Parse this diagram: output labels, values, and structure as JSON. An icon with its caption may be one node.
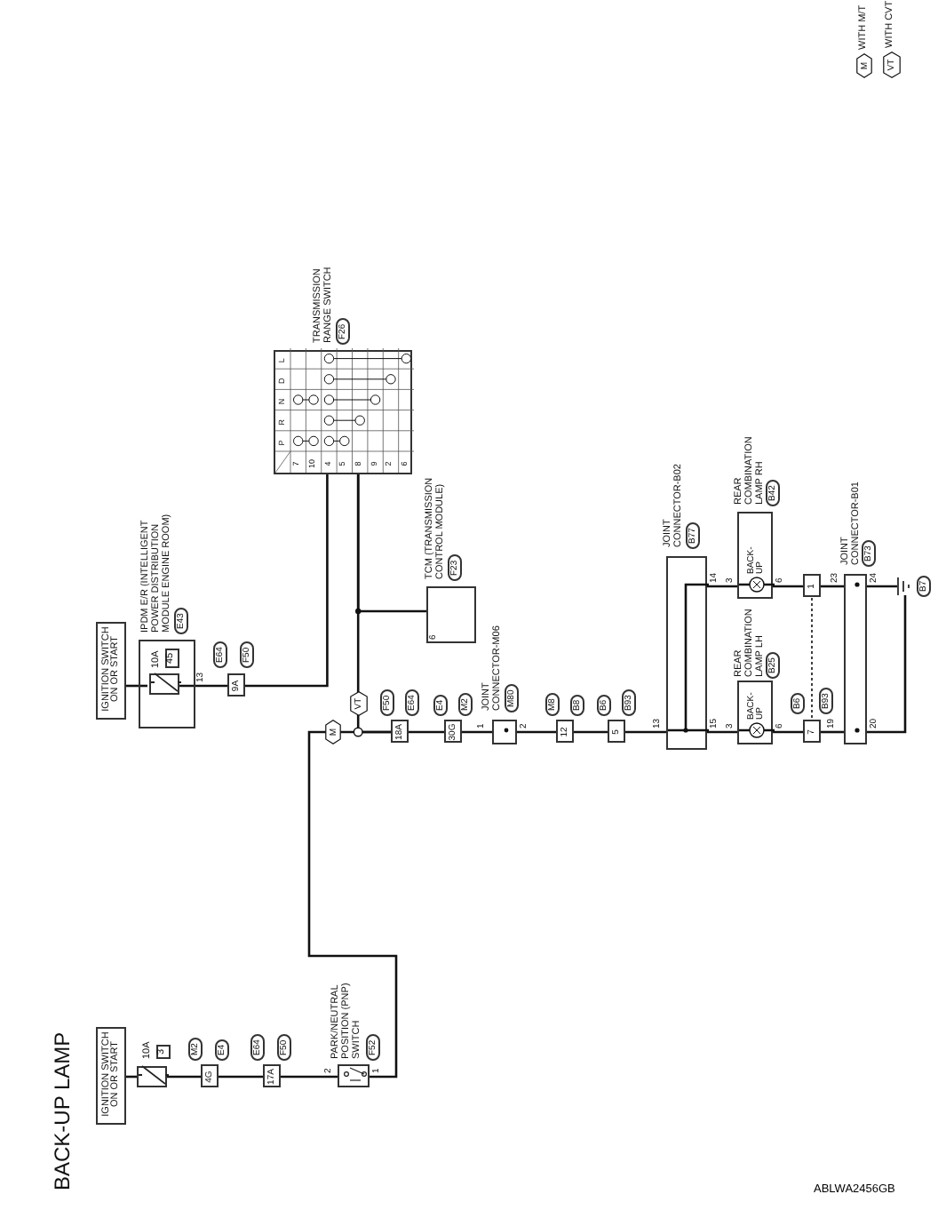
{
  "diagram": {
    "title": "BACK-UP LAMP",
    "nodes": [
      {
        "text": [
          "IGNITION SWITCH ON OR START"
        ]
      },
      {
        "text": [
          "10A",
          "3"
        ]
      },
      {
        "text": [
          "4G"
        ],
        "beside": [
          "M2",
          "E4"
        ]
      },
      {
        "text": [
          "17A"
        ],
        "beside": [
          "E64",
          "F50"
        ]
      },
      {
        "text": [
          "PARK/NEUTRAL POSITION (PNP) SWITCH"
        ],
        "beside": [
          "F52"
        ]
      },
      {
        "text": [
          "IGNITION SWITCH ON OR START"
        ]
      },
      {
        "text": [
          "IPDM E/R (INTELLIGENT POWER DISTRIBUTION MODULE ENGINE ROOM)"
        ],
        "beside": [
          "E43"
        ]
      },
      {
        "text": [
          "10A",
          "45"
        ],
        "in": 6
      },
      {
        "text": [
          "9A"
        ],
        "beside": [
          "E64",
          "F50"
        ]
      },
      {
        "text": [
          "TRANSMISSION RANGE SWITCH"
        ],
        "beside": [
          "F26"
        ]
      },
      {
        "text": [
          "TCM (TRANSMISSION CONTROL MODULE)"
        ],
        "beside": [
          "F23"
        ]
      },
      {
        "text": [
          "18A"
        ],
        "beside": [
          "F50",
          "E64"
        ]
      },
      {
        "text": [
          "30G"
        ],
        "beside": [
          "E4",
          "M2"
        ]
      },
      {
        "text": [
          "JOINT CONNECTOR-M06"
        ],
        "beside": [
          "M80"
        ]
      },
      {
        "text": [
          "12"
        ],
        "beside": [
          "M8",
          "B8"
        ]
      },
      {
        "text": [
          "5"
        ],
        "beside": [
          "B6",
          "B93"
        ]
      },
      {
        "text": [
          "JOINT CONNECTOR-B02"
        ],
        "beside": [
          "B77"
        ]
      },
      {
        "text": [
          "REAR COMBINATION LAMP LH",
          "BACK-UP"
        ],
        "beside": [
          "B25"
        ]
      },
      {
        "text": [
          "REAR COMBINATION LAMP RH",
          "BACK-UP"
        ],
        "beside": [
          "B42"
        ]
      },
      {
        "text": [
          "7"
        ],
        "beside": [
          "B6",
          "B93"
        ]
      },
      {
        "text": [
          "1"
        ]
      },
      {
        "text": [
          "JOINT CONNECTOR-B01"
        ],
        "beside": [
          "B73"
        ]
      },
      {
        "text": [],
        "shape": "ground",
        "beside": [
          "B7"
        ]
      }
    ],
    "edges": [
      {
        "from": 0,
        "to": 1,
        "arrow": "none"
      },
      {
        "from": 1,
        "to": 2,
        "arrow": "none"
      },
      {
        "from": 2,
        "to": 3,
        "arrow": "none"
      },
      {
        "from": 3,
        "to": 4,
        "arrow": "none"
      },
      {
        "from": 4,
        "to": 11,
        "arrow": "none"
      },
      {
        "from": 5,
        "to": 7,
        "arrow": "none"
      },
      {
        "from": 7,
        "to": 8,
        "arrow": "none"
      },
      {
        "from": 8,
        "to": 9,
        "arrow": "none"
      },
      {
        "from": 9,
        "to": 10,
        "arrow": "none"
      },
      {
        "from": 9,
        "to": 11,
        "arrow": "none"
      },
      {
        "from": 11,
        "to": 12,
        "arrow": "none"
      },
      {
        "from": 12,
        "to": 13,
        "arrow": "none"
      },
      {
        "from": 13,
        "to": 14,
        "arrow": "none"
      },
      {
        "from": 14,
        "to": 15,
        "arrow": "none"
      },
      {
        "from": 15,
        "to": 16,
        "arrow": "none"
      },
      {
        "from": 16,
        "to": 17,
        "arrow": "none"
      },
      {
        "from": 16,
        "to": 18,
        "arrow": "none"
      },
      {
        "from": 17,
        "to": 19,
        "arrow": "none"
      },
      {
        "from": 18,
        "to": 20,
        "arrow": "none"
      },
      {
        "from": 20,
        "to": 19,
        "arrow": "none",
        "style": "dashed"
      },
      {
        "from": 19,
        "to": 21,
        "arrow": "none"
      },
      {
        "from": 20,
        "to": 21,
        "arrow": "none"
      },
      {
        "from": 21,
        "to": 22,
        "arrow": "none"
      },
      {
        "from": 21,
        "to": 22,
        "arrow": "none"
      }
    ],
    "labels": [
      "2",
      "1",
      "13",
      "P",
      "R",
      "N",
      "D",
      "L",
      "7",
      "10",
      "4",
      "5",
      "8",
      "9",
      "2",
      "6",
      "6",
      "M",
      "VT",
      "1",
      "2",
      "13",
      "15",
      "14",
      "3",
      "6",
      "3",
      "6",
      "19",
      "20",
      "23",
      "24",
      "M",
      "WITH M/T",
      "VT",
      "WITH CVT",
      "ABLWA2456GB"
    ]
  }
}
